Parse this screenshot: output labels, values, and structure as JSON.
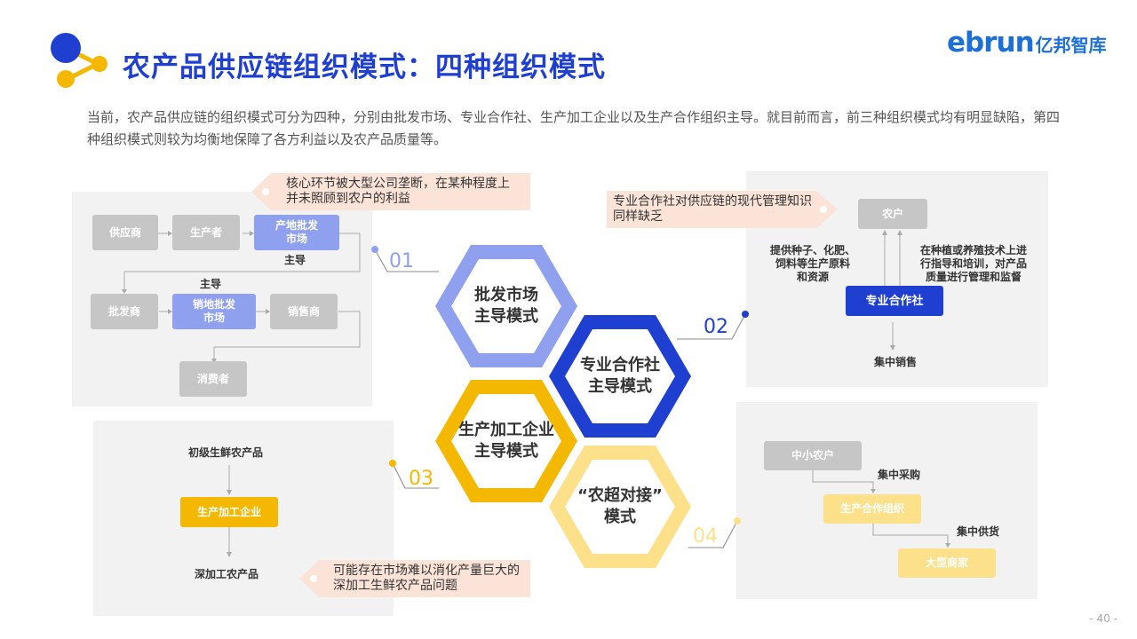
{
  "header": {
    "title": "农产品供应链组织模式：四种组织模式",
    "logo_main": "ebrun",
    "logo_cn": "亿邦智库"
  },
  "intro": "当前，农产品供应链的组织模式可分为四种，分别由批发市场、专业合作社、生产加工企业以及生产合作组织主导。就目前而言，前三种组织模式均有明显缺陷，第四种组织模式则较为均衡地保障了各方利益以及农产品质量等。",
  "hexagons": {
    "h1": "批发市场\n主导模式",
    "h2": "专业合作社\n主导模式",
    "h3": "生产加工企业\n主导模式",
    "h4": "“农超对接”\n模式"
  },
  "numbers": {
    "n1": "01",
    "n2": "02",
    "n3": "03",
    "n4": "04"
  },
  "panel1": {
    "callout": "核心环节被大型公司垄断，在某种程度上并未照顾到农户的利益",
    "supplier": "供应商",
    "producer": "生产者",
    "origin_market": "产地批发\n市场",
    "lead1": "主导",
    "lead2": "主导",
    "wholesaler": "批发商",
    "sales_market": "销地批发\n市场",
    "retailer": "销售商",
    "consumer": "消费者"
  },
  "panel2": {
    "callout": "专业合作社对供应链的现代管理知识同样缺乏",
    "farmer": "农户",
    "left_note": "提供种子、化肥、\n饲料等生产原料\n和资源",
    "right_note": "在种植或养殖技术上进\n行指导和培训，对产品\n质量进行管理和监督",
    "coop": "专业合作社",
    "sales": "集中销售"
  },
  "panel3": {
    "primary": "初级生鲜农产品",
    "enterprise": "生产加工企业",
    "deep": "深加工农产品",
    "callout": "可能存在市场难以消化产量巨大的深加工生鲜农产品问题"
  },
  "panel4": {
    "small_farmer": "中小农户",
    "purchase": "集中采购",
    "org": "生产合作组织",
    "supply": "集中供货",
    "merchant": "大型商家"
  },
  "page_number": "- 40 -",
  "colors": {
    "title": "#1f3fd0",
    "hex1": "#8fa0ee",
    "hex2": "#1f3fd0",
    "hex3": "#f5b800",
    "hex4": "#fde08a"
  }
}
